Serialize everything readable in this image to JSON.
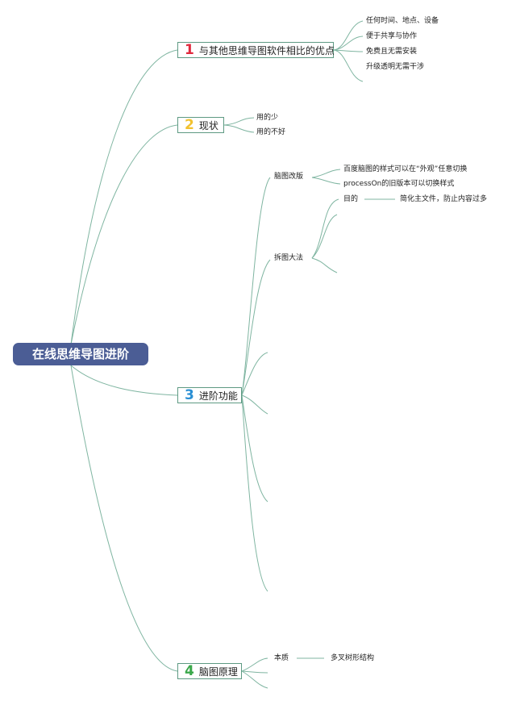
{
  "root": {
    "label": "在线思维导图进阶"
  },
  "colors": {
    "root_bg": "#4b5d95",
    "line": "#7fb5a1",
    "border": "#5e9a83",
    "num1": "#e02a3e",
    "num2": "#f2c230",
    "num3": "#2a8fd4",
    "num4": "#3aa84a"
  },
  "branches": [
    {
      "number": "1",
      "label": "与其他思维导图软件相比的优点",
      "children": [
        "任何时间、地点、设备",
        "便于共享与协作",
        "免费且无需安装",
        "升级透明无需干涉"
      ]
    },
    {
      "number": "2",
      "label": "现状",
      "children": [
        "用的少",
        "用的不好"
      ]
    },
    {
      "number": "3",
      "label": "进阶功能",
      "sub": [
        {
          "label": "脑图改版",
          "children": [
            "百度脑图的样式可以在“外观”任意切换",
            "processOn的旧版本可以切换样式"
          ]
        },
        {
          "label": "拆图大法",
          "children": [
            {
              "label": "目的",
              "child": "简化主文件，防止内容过多"
            }
          ]
        }
      ]
    },
    {
      "number": "4",
      "label": "脑图原理",
      "sub": [
        {
          "label": "本质",
          "child": "多叉树形结构"
        }
      ]
    }
  ]
}
